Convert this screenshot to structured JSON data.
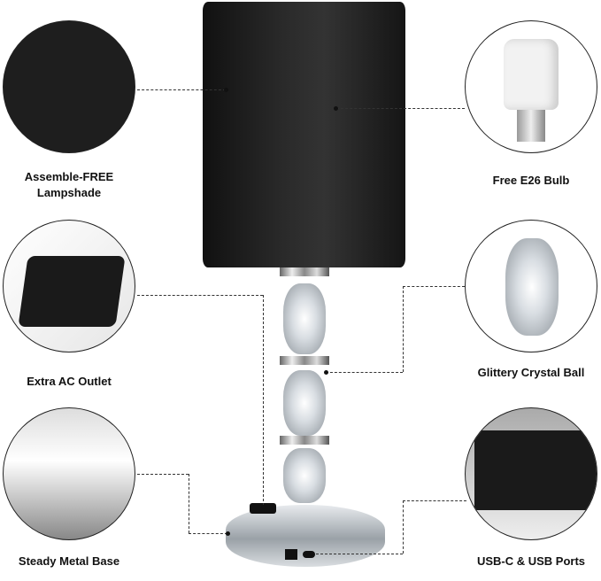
{
  "features": {
    "lampshade": "Assemble-FREE\nLampshade",
    "bulb": "Free E26 Bulb",
    "outlet": "Extra AC Outlet",
    "crystal": "Glittery Crystal Ball",
    "base": "Steady Metal Base",
    "ports": "USB-C & USB Ports"
  },
  "colors": {
    "shade": "#1c1c1c",
    "chrome": "#c8cdd2"
  }
}
